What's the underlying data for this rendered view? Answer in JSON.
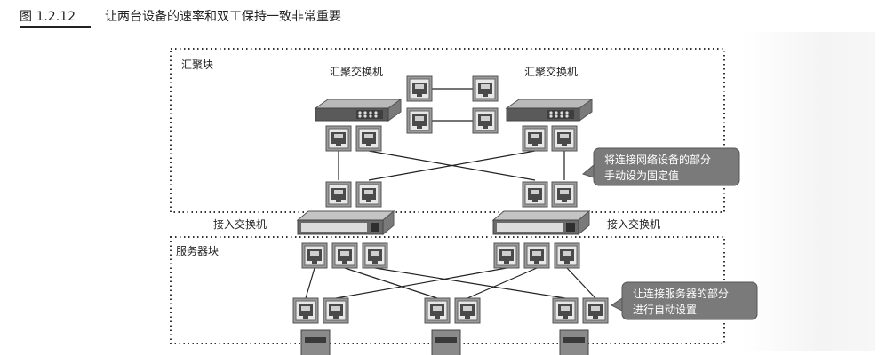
{
  "figure": {
    "number": "图 1.2.12",
    "title": "让两台设备的速率和双工保持一致非常重要"
  },
  "labels": {
    "aggregation_block": "汇聚块",
    "agg_switch_left": "汇聚交换机",
    "agg_switch_right": "汇聚交换机",
    "access_switch_left": "接入交换机",
    "access_switch_right": "接入交换机",
    "server_block": "服务器块"
  },
  "callouts": {
    "fixed_value": [
      "将连接网络设备的部分",
      "手动设为固定值"
    ],
    "auto_setting": [
      "让连接服务器的部分",
      "进行自动设置"
    ]
  },
  "colors": {
    "callout_fill": "#7a7a7a",
    "port_fill": "#9a9a9a",
    "switch_body": "#5a5a5a",
    "dotted_border": "#333333"
  }
}
